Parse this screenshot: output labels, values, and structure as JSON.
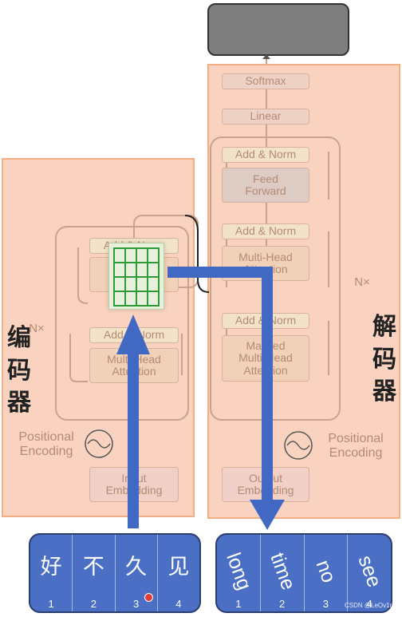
{
  "encoder": {
    "side_label": [
      "编",
      "码",
      "器"
    ],
    "add_norm_top": "Add & Norm",
    "add_norm": "Add & Norm",
    "attention": "Multi-Head\nAttention",
    "nx": "N×",
    "positional": "Positional\nEncoding",
    "embedding": "Input\nEmbedding"
  },
  "decoder": {
    "side_label": [
      "解",
      "码",
      "器"
    ],
    "softmax": "Softmax",
    "linear": "Linear",
    "add_norm_1": "Add & Norm",
    "feed_forward": "Feed\nForward",
    "add_norm_2": "Add & Norm",
    "cross_attention": "Multi-Head\nAttention",
    "add_norm_3": "Add & Norm",
    "masked_attention": "Masked\nMulti-Head\nAttention",
    "nx": "N×",
    "positional": "Positional\nEncoding",
    "embedding": "Output\nEmbedding"
  },
  "input_tokens": [
    {
      "text": "好",
      "index": "1"
    },
    {
      "text": "不",
      "index": "2"
    },
    {
      "text": "久",
      "index": "3"
    },
    {
      "text": "见",
      "index": "4"
    }
  ],
  "output_tokens": [
    {
      "text": "long",
      "index": "1"
    },
    {
      "text": "time",
      "index": "2"
    },
    {
      "text": "no",
      "index": "3"
    },
    {
      "text": "see",
      "index": "4"
    }
  ],
  "watermark": "CSDN @LeOv1r",
  "colors": {
    "panel": "#f8ccb4",
    "arrow": "#4169c4",
    "matrix_border": "#2f9a3a",
    "matrix_bg": "#e8f0dc"
  }
}
